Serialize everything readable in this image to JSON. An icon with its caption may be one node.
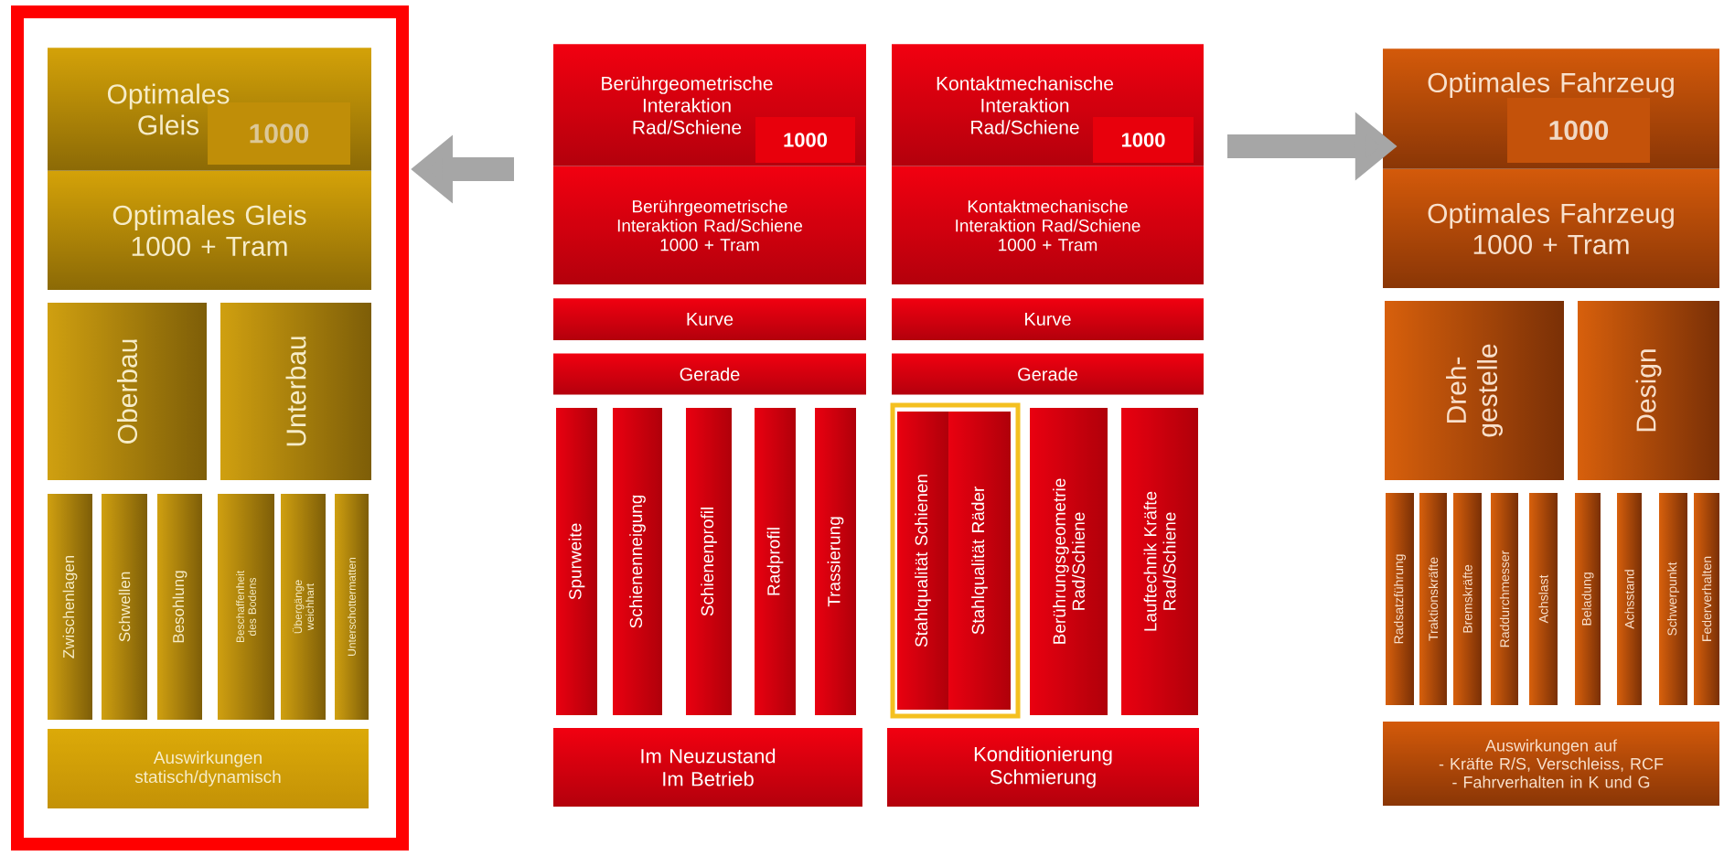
{
  "diagram": {
    "nodes": [
      {
        "text": [],
        "shape": "box"
      },
      {
        "text": [
          "Optimales Gleis",
          "1000"
        ],
        "in": 0
      },
      {
        "text": [
          "Optimales Gleis 1000 + Tram"
        ],
        "in": 0
      },
      {
        "text": [
          "Oberbau"
        ],
        "in": 0
      },
      {
        "text": [
          "Unterbau"
        ],
        "in": 0
      },
      {
        "text": [
          "Zwischenlagen"
        ],
        "in": 0
      },
      {
        "text": [
          "Schwellen"
        ],
        "in": 0
      },
      {
        "text": [
          "Besohlung"
        ],
        "in": 0
      },
      {
        "text": [
          "Beschaffenheit des Bodens"
        ],
        "in": 0
      },
      {
        "text": [
          "Übergänge weichhart"
        ],
        "in": 0
      },
      {
        "text": [
          "Unterschottermatten"
        ],
        "in": 0
      },
      {
        "text": [
          "Auswirkungen statisch/dynamisch"
        ],
        "in": 0
      },
      {
        "text": [
          "Berührgeometrische Interaktion Rad/Schiene",
          "1000"
        ]
      },
      {
        "text": [
          "Kontaktmechanische Interaktion Rad/Schiene",
          "1000"
        ]
      },
      {
        "text": [
          "Berührgeometrische Interaktion Rad/Schiene 1000 + Tram"
        ]
      },
      {
        "text": [
          "Kontaktmechanische Interaktion Rad/Schiene 1000 + Tram"
        ]
      },
      {
        "text": [
          "Kurve"
        ]
      },
      {
        "text": [
          "Kurve"
        ]
      },
      {
        "text": [
          "Gerade"
        ]
      },
      {
        "text": [
          "Gerade"
        ]
      },
      {
        "text": [
          "Spurweite"
        ]
      },
      {
        "text": [
          "Schienenneigung"
        ]
      },
      {
        "text": [
          "Schienenprofil"
        ]
      },
      {
        "text": [
          "Radprofil"
        ]
      },
      {
        "text": [
          "Trassierung"
        ]
      },
      {
        "text": [],
        "shape": "box"
      },
      {
        "text": [
          "Stahlqualität Schienen"
        ],
        "in": 25
      },
      {
        "text": [
          "Stahlqualität Räder"
        ],
        "in": 25
      },
      {
        "text": [
          "Berührungsgeometrie Rad/Schiene"
        ]
      },
      {
        "text": [
          "Lauftechnik Kräfte Rad/Schiene"
        ]
      },
      {
        "text": [
          "Im Neuzustand Im Betrieb"
        ]
      },
      {
        "text": [
          "Konditionierung Schmierung"
        ]
      },
      {
        "text": [
          "Optimales Fahrzeug",
          "1000"
        ]
      },
      {
        "text": [
          "Optimales Fahrzeug 1000 + Tram"
        ]
      },
      {
        "text": [
          "Dreh- gestelle"
        ]
      },
      {
        "text": [
          "Design"
        ]
      },
      {
        "text": [
          "Radsatzführung"
        ]
      },
      {
        "text": [
          "Traktionskräfte"
        ]
      },
      {
        "text": [
          "Bremskräfte"
        ]
      },
      {
        "text": [
          "Raddurchmesser"
        ]
      },
      {
        "text": [
          "Achslast"
        ]
      },
      {
        "text": [
          "Beladung"
        ]
      },
      {
        "text": [
          "Achsstand"
        ]
      },
      {
        "text": [
          "Schwerpunkt"
        ]
      },
      {
        "text": [
          "Federverhalten"
        ]
      },
      {
        "text": [
          "Auswirkungen auf",
          "- Kräfte R/S, Verschleiss, RCF",
          "- Fahrverhalten in K und G"
        ]
      }
    ],
    "edges": [
      {
        "from": null,
        "to": 0,
        "arrow": "to"
      },
      {
        "from": null,
        "to": 32,
        "arrow": "to"
      }
    ]
  }
}
